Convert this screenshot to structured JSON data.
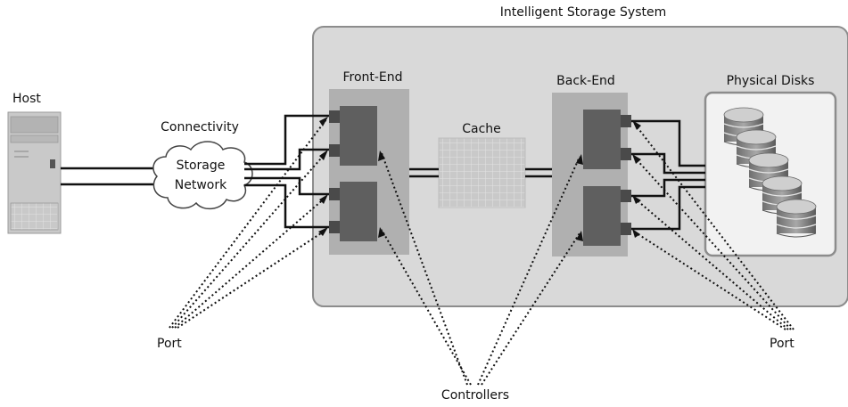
{
  "system_title": "Intelligent Storage System",
  "host": {
    "label": "Host"
  },
  "connectivity": {
    "label": "Connectivity",
    "cloud_line1": "Storage",
    "cloud_line2": "Network"
  },
  "front_end": {
    "label": "Front-End"
  },
  "cache": {
    "label": "Cache"
  },
  "back_end": {
    "label": "Back-End"
  },
  "physical_disks": {
    "label": "Physical Disks"
  },
  "callouts": {
    "port_left": "Port",
    "port_right": "Port",
    "controllers": "Controllers"
  },
  "colors": {
    "system_fill": "#d9d9d9",
    "system_stroke": "#8c8c8c",
    "panel_fill": "#b0b0b0",
    "controller_fill": "#5f5f5f",
    "port_fill": "#4a4a4a",
    "cache_fill": "#c6c6c6",
    "disk_fill": "#8a8a8a"
  }
}
